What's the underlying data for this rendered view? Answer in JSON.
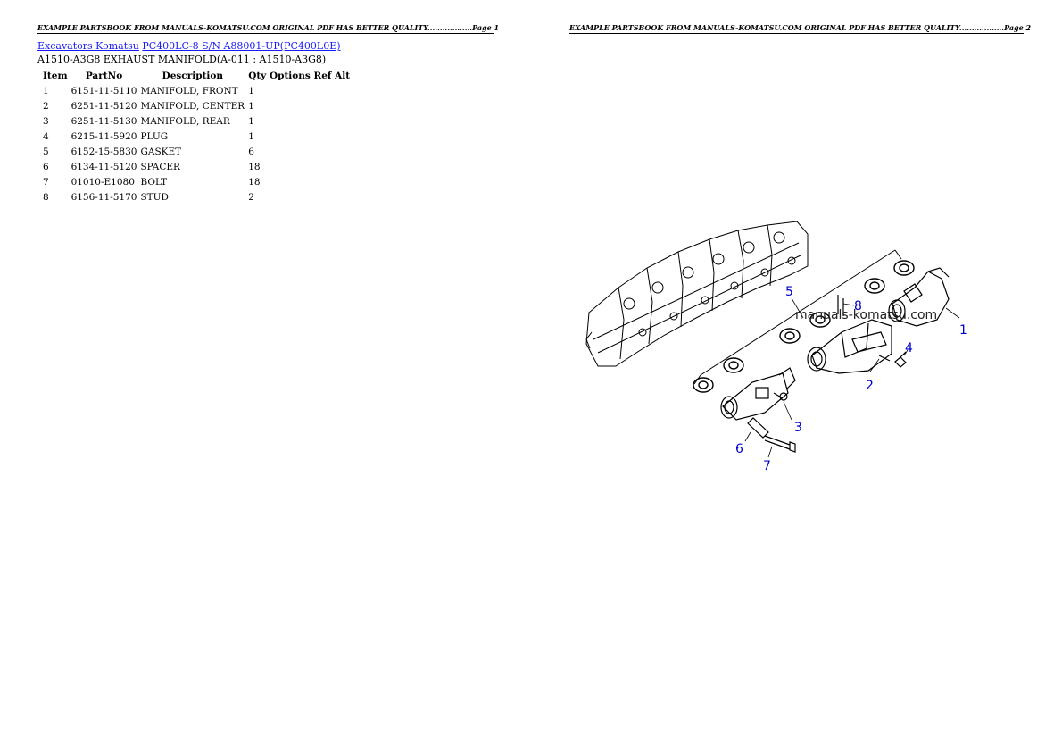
{
  "page1": {
    "header": "EXAMPLE PARTSBOOK FROM MANUALS-KOMATSU.COM ORIGINAL PDF HAS BETTER QUALITY..................Page 1",
    "breadcrumb": {
      "category": "Excavators Komatsu",
      "model": "PC400LC-8 S/N A88001-UP(PC400L0E)"
    },
    "subtitle": "A1510-A3G8 EXHAUST MANIFOLD(A-011 : A1510-A3G8)",
    "table": {
      "headers": [
        "Item",
        "PartNo",
        "Description",
        "Qty",
        "Options",
        "Ref",
        "Alt"
      ],
      "rows": [
        {
          "item": "1",
          "partno": "6151-11-5110",
          "desc": "MANIFOLD, FRONT",
          "qty": "1"
        },
        {
          "item": "2",
          "partno": "6251-11-5120",
          "desc": "MANIFOLD, CENTER",
          "qty": "1"
        },
        {
          "item": "3",
          "partno": "6251-11-5130",
          "desc": "MANIFOLD, REAR",
          "qty": "1"
        },
        {
          "item": "4",
          "partno": "6215-11-5920",
          "desc": "PLUG",
          "qty": "1"
        },
        {
          "item": "5",
          "partno": "6152-15-5830",
          "desc": "GASKET",
          "qty": "6"
        },
        {
          "item": "6",
          "partno": "6134-11-5120",
          "desc": "SPACER",
          "qty": "18"
        },
        {
          "item": "7",
          "partno": "01010-E1080",
          "desc": "BOLT",
          "qty": "18"
        },
        {
          "item": "8",
          "partno": "6156-11-5170",
          "desc": "STUD",
          "qty": "2"
        }
      ]
    }
  },
  "page2": {
    "header": "EXAMPLE PARTSBOOK FROM MANUALS-KOMATSU.COM ORIGINAL PDF HAS BETTER QUALITY..................Page 2",
    "watermark": "manuals-komatsu.com",
    "callouts": [
      "1",
      "2",
      "3",
      "4",
      "5",
      "6",
      "7",
      "8"
    ]
  },
  "colors": {
    "link": "#1a1aff",
    "callout": "#0000cc"
  }
}
